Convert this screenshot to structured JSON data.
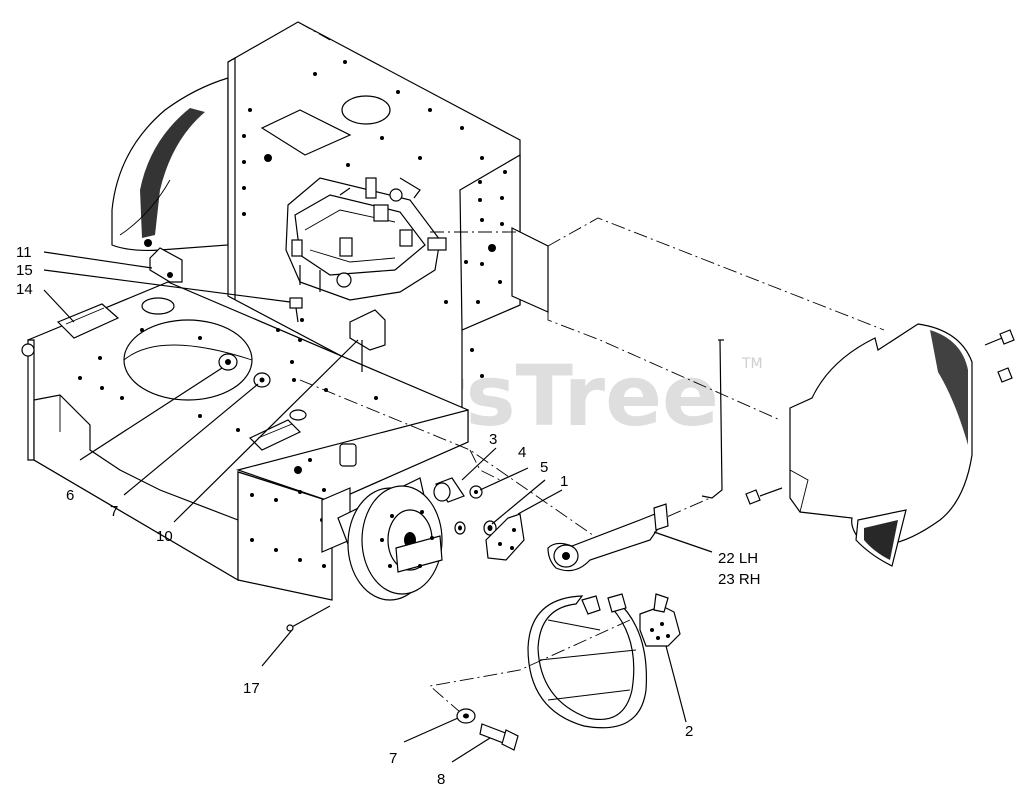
{
  "watermark": {
    "text": "PartsTree",
    "tm": "TM"
  },
  "callouts": {
    "c11": "11",
    "c15": "15",
    "c14": "14",
    "c6": "6",
    "c7a": "7",
    "c10": "10",
    "c3": "3",
    "c4": "4",
    "c5": "5",
    "c1": "1",
    "c22": "22 LH",
    "c23": "23 RH",
    "c17": "17",
    "c2": "2",
    "c7b": "7",
    "c8": "8"
  }
}
